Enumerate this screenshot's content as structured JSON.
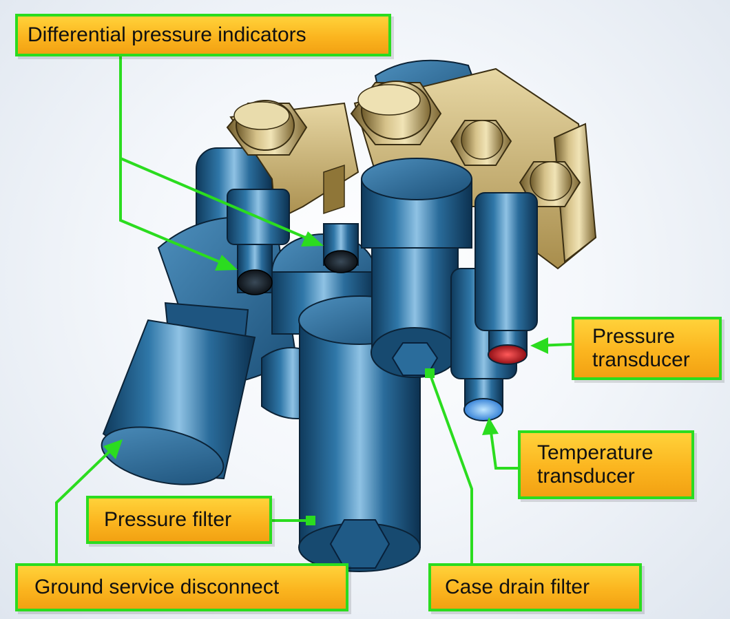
{
  "labels": {
    "differential_pressure_indicators": "Differential pressure indicators",
    "pressure_transducer": "Pressure\ntransducer",
    "temperature_transducer": "Temperature\ntransducer",
    "pressure_filter": "Pressure filter",
    "ground_service_disconnect": "Ground service disconnect",
    "case_drain_filter": "Case drain filter"
  },
  "colors": {
    "callout_fill": "#fbb51f",
    "leader_line": "#2bdc1f",
    "body_blue": "#1f5a86",
    "fitting_brass": "#b59a5a",
    "pressure_port": "#c0141c",
    "temperature_port": "#3aa0ff"
  }
}
